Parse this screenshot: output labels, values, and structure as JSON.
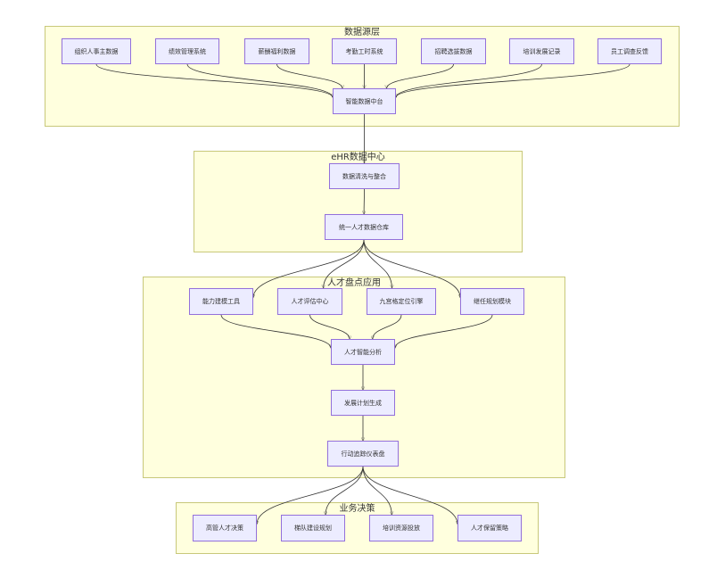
{
  "clusters": {
    "sources": "数据源层",
    "ehr": "eHR数据中心",
    "apps": "人才盘点应用",
    "biz": "业务决策"
  },
  "nodes": {
    "org_hr": "组织人事主数据",
    "perf": "绩效管理系统",
    "salary": "薪酬福利数据",
    "attendance": "考勤工时系统",
    "recruit": "招聘选拔数据",
    "training": "培训发展记录",
    "survey": "员工调查反馈",
    "mid_platform": "智能数据中台",
    "clean": "数据清洗与整合",
    "warehouse": "统一人才数据仓库",
    "ability": "能力建模工具",
    "profile": "人才评估中心",
    "ninebox": "九宫格定位引擎",
    "succession": "继任规划模块",
    "analysis": "人才智能分析",
    "plan": "发展计划生成",
    "dashboard": "行动追踪仪表盘",
    "high_pot": "高管人才决策",
    "team": "梯队建设规划",
    "train_invest": "培训资源投放",
    "retention": "人才保留策略"
  },
  "edges": [
    [
      "org_hr",
      "mid_platform"
    ],
    [
      "perf",
      "mid_platform"
    ],
    [
      "salary",
      "mid_platform"
    ],
    [
      "attendance",
      "mid_platform"
    ],
    [
      "recruit",
      "mid_platform"
    ],
    [
      "training",
      "mid_platform"
    ],
    [
      "survey",
      "mid_platform"
    ],
    [
      "mid_platform",
      "clean"
    ],
    [
      "clean",
      "warehouse"
    ],
    [
      "warehouse",
      "ability"
    ],
    [
      "warehouse",
      "profile"
    ],
    [
      "warehouse",
      "ninebox"
    ],
    [
      "warehouse",
      "succession"
    ],
    [
      "ability",
      "analysis"
    ],
    [
      "profile",
      "analysis"
    ],
    [
      "ninebox",
      "analysis"
    ],
    [
      "succession",
      "analysis"
    ],
    [
      "analysis",
      "plan"
    ],
    [
      "plan",
      "dashboard"
    ],
    [
      "dashboard",
      "high_pot"
    ],
    [
      "dashboard",
      "team"
    ],
    [
      "dashboard",
      "train_invest"
    ],
    [
      "dashboard",
      "retention"
    ]
  ]
}
